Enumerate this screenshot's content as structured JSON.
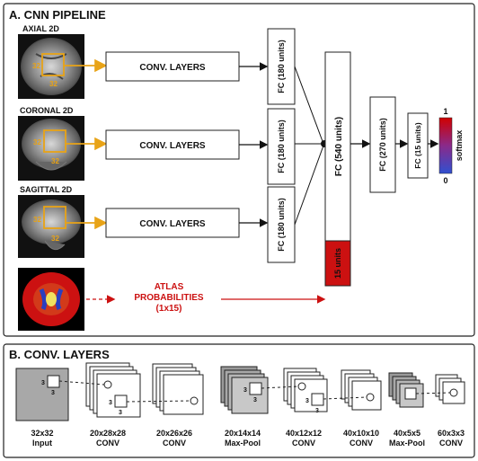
{
  "panel_a": {
    "title": "A. CNN PIPELINE",
    "views": [
      {
        "label": "AXIAL 2D",
        "patch_w": "32",
        "patch_h": "32",
        "conv": "CONV. LAYERS",
        "fc": "FC (180 units)"
      },
      {
        "label": "CORONAL 2D",
        "patch_w": "32",
        "patch_h": "32",
        "conv": "CONV. LAYERS",
        "fc": "FC (180 units)"
      },
      {
        "label": "SAGITTAL 2D",
        "patch_w": "32",
        "patch_h": "32",
        "conv": "CONV. LAYERS",
        "fc": "FC (180 units)"
      }
    ],
    "atlas": {
      "line1": "ATLAS",
      "line2": "PROBABILITIES",
      "line3": "(1x15)",
      "units": "15 units"
    },
    "fc_merge": "FC (540 units)",
    "fc_270": "FC (270 units)",
    "fc_15": "FC (15 units)",
    "softmax": {
      "label": "softmax",
      "max": "1",
      "min": "0"
    },
    "colors": {
      "accent_arrow": "#e8a317",
      "atlas_red": "#cc1111",
      "softmax_top": "#cc0000",
      "softmax_bottom": "#3344cc"
    }
  },
  "panel_b": {
    "title": "B. CONV. LAYERS",
    "layers": [
      {
        "size": "32x32",
        "type": "Input"
      },
      {
        "size": "20x28x28",
        "type": "CONV"
      },
      {
        "size": "20x26x26",
        "type": "CONV"
      },
      {
        "size": "20x14x14",
        "type": "Max-Pool"
      },
      {
        "size": "40x12x12",
        "type": "CONV"
      },
      {
        "size": "40x10x10",
        "type": "CONV"
      },
      {
        "size": "40x5x5",
        "type": "Max-Pool"
      },
      {
        "size": "60x3x3",
        "type": "CONV"
      }
    ],
    "kernel": "3"
  }
}
